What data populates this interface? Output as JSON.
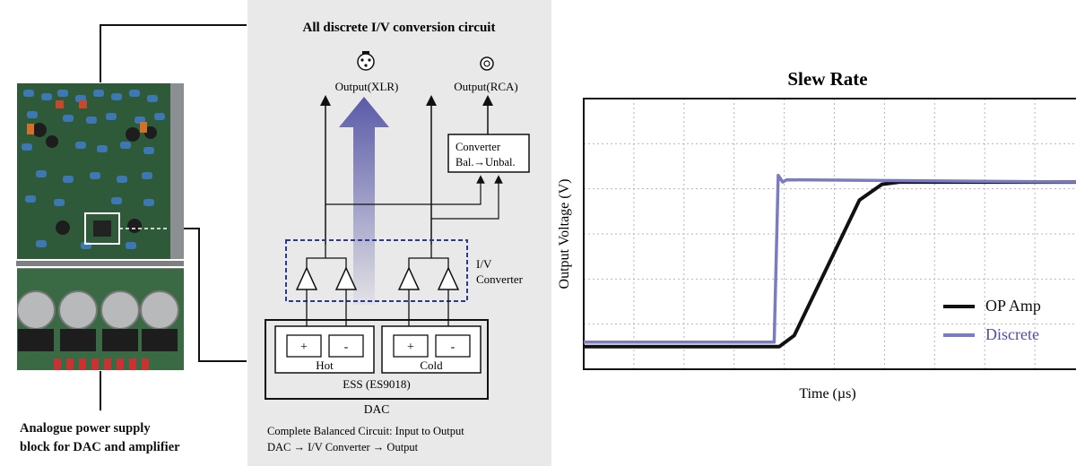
{
  "board": {
    "caption_line1": "Analogue power supply",
    "caption_line2": "block for DAC and amplifier"
  },
  "diagram": {
    "title": "All discrete I/V conversion circuit",
    "output_xlr_label": "Output(XLR)",
    "output_rca_label": "Output(RCA)",
    "converter_line1": "Converter",
    "converter_line2": "Bal.→Unbal.",
    "iv_converter_line1": "I/V",
    "iv_converter_line2": "Converter",
    "hot_plus": "+",
    "hot_minus": "-",
    "cold_plus": "+",
    "cold_minus": "-",
    "hot_label": "Hot",
    "cold_label": "Cold",
    "chip_label": "ESS (ES9018)",
    "dac_label": "DAC",
    "footer_line1": "Complete Balanced Circuit: Input to Output",
    "footer_line2": "DAC → I/V Converter → Output"
  },
  "chart_data": {
    "type": "line",
    "title": "Slew Rate",
    "xlabel": "Time (µs)",
    "ylabel": "Output Voltage (V)",
    "grid": true,
    "legend_position": "bottom-right",
    "x_ticks_shown": false,
    "y_ticks_shown": false,
    "xlim": [
      0,
      10
    ],
    "ylim": [
      0,
      6
    ],
    "series": [
      {
        "name": "OP Amp",
        "color": "#111111",
        "x": [
          0,
          3.9,
          4.2,
          5.5,
          5.95,
          6.3,
          10
        ],
        "y": [
          0.5,
          0.5,
          0.75,
          3.75,
          4.1,
          4.15,
          4.15
        ]
      },
      {
        "name": "Discrete",
        "color": "#7b7bc4",
        "x": [
          0,
          3.8,
          3.88,
          3.97,
          4.05,
          10
        ],
        "y": [
          0.6,
          0.6,
          4.3,
          4.15,
          4.2,
          4.15
        ]
      }
    ]
  }
}
